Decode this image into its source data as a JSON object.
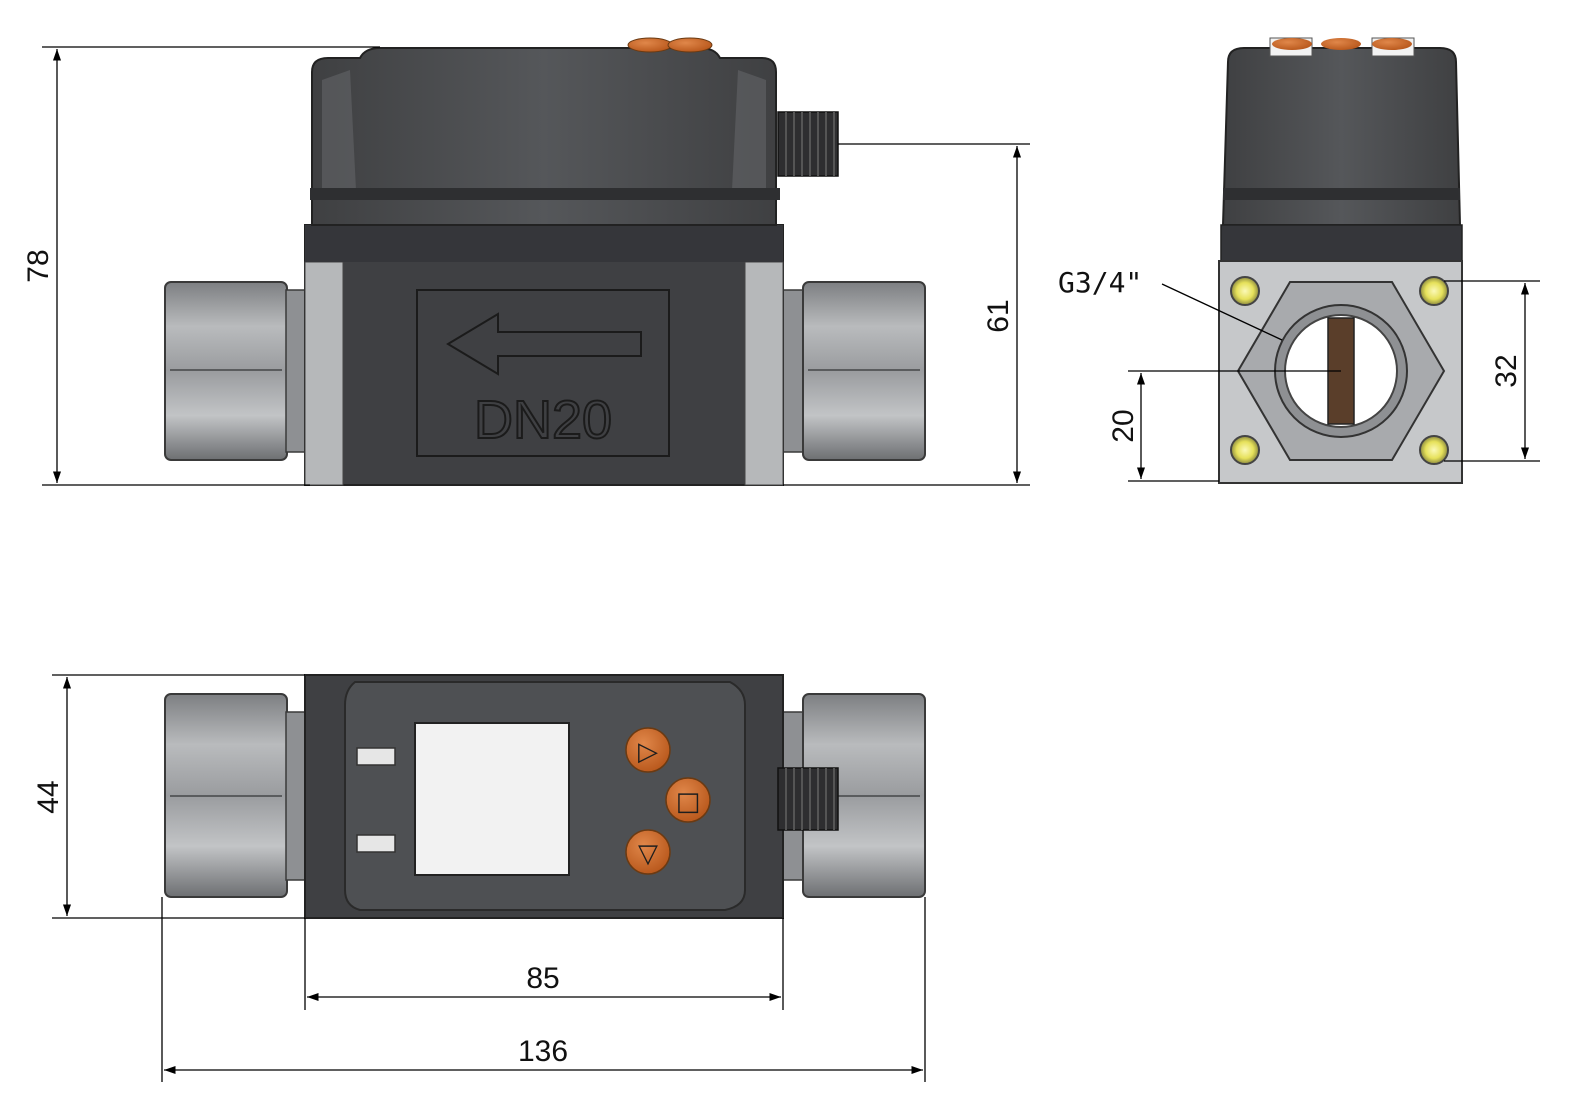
{
  "dimensions": {
    "height_total": "78",
    "height_connector": "61",
    "width_flange": "32",
    "height_pipe_center": "20",
    "depth": "44",
    "body_length": "85",
    "total_length": "136"
  },
  "labels": {
    "nominal_diameter": "DN20",
    "thread": "G3/4\""
  },
  "buttons": {
    "right": "▷",
    "enter": "□",
    "down": "▽"
  },
  "colors": {
    "housing": "#4a4b4d",
    "fitting": "#a7a9ab",
    "button": "#c9651f",
    "screw": "#e8e45a",
    "display": "#f2f2f2"
  }
}
